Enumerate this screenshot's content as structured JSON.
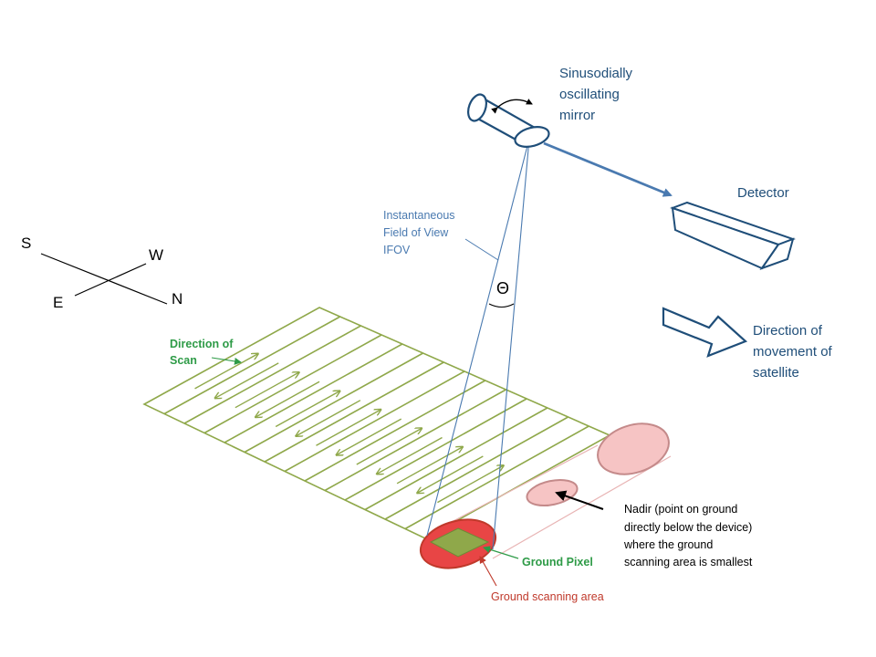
{
  "labels": {
    "mirror": [
      "Sinusodially",
      "oscillating",
      "mirror"
    ],
    "detector": "Detector",
    "ifov": [
      "Instantaneous",
      "Field of View",
      "IFOV"
    ],
    "theta": "Θ",
    "compass": {
      "s": "S",
      "w": "W",
      "e": "E",
      "n": "N"
    },
    "direction_of_scan": [
      "Direction of",
      "Scan"
    ],
    "satellite_movement": [
      "Direction of",
      "movement of",
      "satellite"
    ],
    "nadir": [
      "Nadir (point on ground",
      "directly below the device)",
      "where the ground",
      "scanning area is smallest"
    ],
    "ground_pixel": "Ground Pixel",
    "ground_scanning_area": "Ground scanning area"
  },
  "colors": {
    "blue": "#1f4e79",
    "light_blue": "#4a7ab0",
    "green": "#8fa84a",
    "label_green": "#2e9b47",
    "red": "#c0392b",
    "pink": "#f4c2c2",
    "red_fill": "#e84545"
  },
  "icons": [
    "rotation-arrow-icon",
    "movement-arrow-icon"
  ]
}
